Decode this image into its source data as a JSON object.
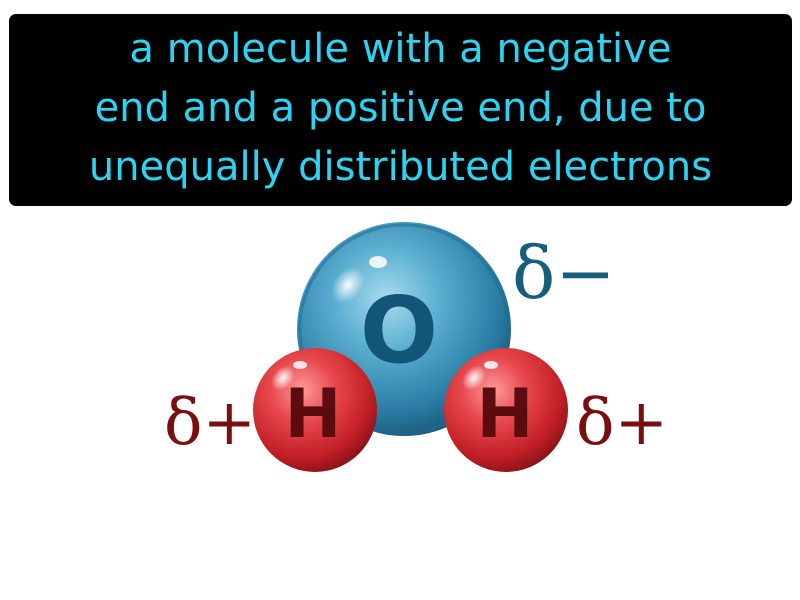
{
  "definition": {
    "lines": [
      "a molecule with a negative",
      "end and a positive end, due to",
      "unequally distributed electrons"
    ]
  },
  "molecule": {
    "oxygen_symbol": "O",
    "hydrogen_left_symbol": "H",
    "hydrogen_right_symbol": "H",
    "charge_negative": "δ−",
    "charge_positive_left": "δ+",
    "charge_positive_right": "δ+"
  },
  "colors": {
    "definition_text": "#2ad4f2",
    "definition_background": "#000000",
    "oxygen": "#2b7fa6",
    "hydrogen": "#cc2027",
    "negative_charge": "#155f7c",
    "positive_charge": "#7a0f10"
  }
}
